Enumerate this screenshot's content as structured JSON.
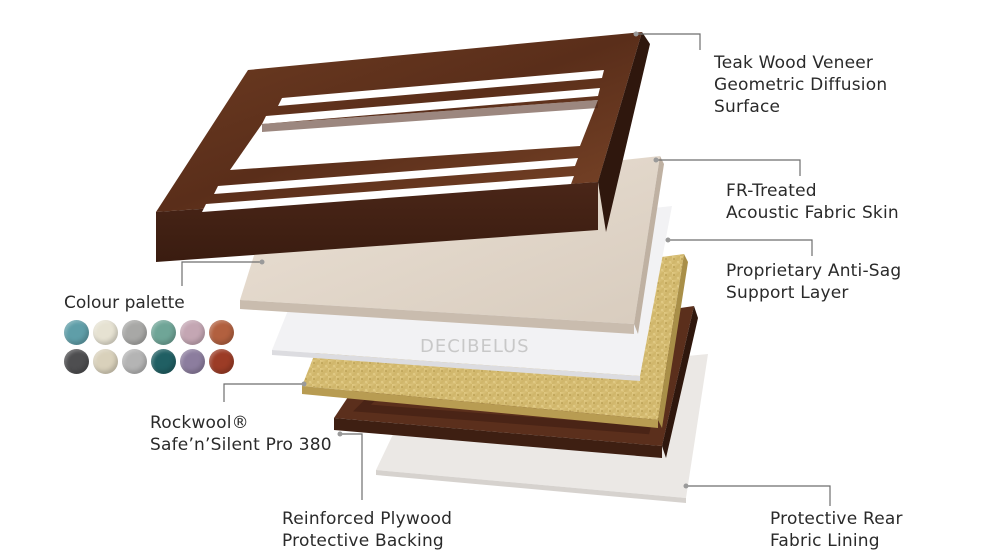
{
  "labels": {
    "teak": [
      "Teak Wood Veneer",
      "Geometric Diffusion",
      "Surface"
    ],
    "fabric_skin": [
      "FR-Treated",
      "Acoustic Fabric Skin"
    ],
    "anti_sag": [
      "Proprietary Anti-Sag",
      "Support Layer"
    ],
    "rockwool": [
      "Rockwool®",
      "Safe’n’Silent Pro 380"
    ],
    "plywood": [
      "Reinforced Plywood",
      "Protective Backing"
    ],
    "rear_lining": [
      "Protective Rear",
      "Fabric Lining"
    ]
  },
  "palette": {
    "title": "Colour palette",
    "row1": [
      "#5f9ea8",
      "#e6e2d2",
      "#a8a8a6",
      "#6fa597",
      "#c4a6b3",
      "#b2603f"
    ],
    "row2": [
      "#4e4e50",
      "#d9d1bb",
      "#b4b4b4",
      "#205f63",
      "#8c7d9e",
      "#9c3c26"
    ]
  },
  "watermark": "DECIBELUS",
  "colors": {
    "wood_dark": "#4a2618",
    "wood_mid": "#6b3a22",
    "wood_light": "#8a5233",
    "fabric": "#e4d8ca",
    "anti_sag": "#f2f2f4",
    "rockwool": "#d9c07a",
    "rear_lining": "#ebe8e5",
    "leader": "#6e6e6e"
  }
}
